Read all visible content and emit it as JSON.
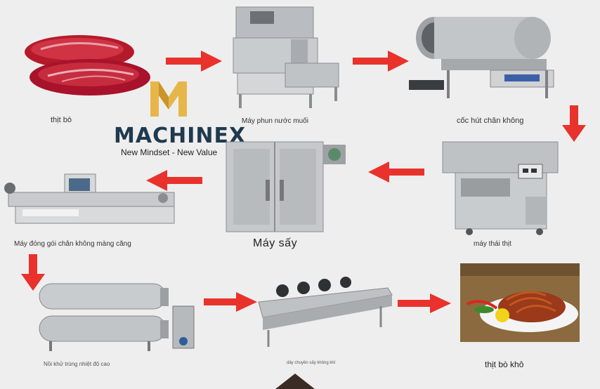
{
  "brand": {
    "name": "MACHINEX",
    "tagline": "New Mindset - New Value",
    "colors": {
      "mark": "#e7b64a",
      "text": "#1f3a4f",
      "arrow": "#e8322b"
    }
  },
  "steps": [
    {
      "id": "beef",
      "label": "thịt bò",
      "icon": "raw-beef-image"
    },
    {
      "id": "brine-injector",
      "label": "Máy phun nước muối",
      "icon": "brine-injector-machine-image"
    },
    {
      "id": "vacuum-tumbler",
      "label": "cốc hút chân không",
      "icon": "vacuum-tumbler-image"
    },
    {
      "id": "slicer",
      "label": "máy thái thịt",
      "icon": "meat-slicer-image"
    },
    {
      "id": "dryer",
      "label": "Máy sấy",
      "icon": "dryer-cabinet-image"
    },
    {
      "id": "vacuum-packer",
      "label": "Máy đóng gói chân không màng căng",
      "icon": "vacuum-packing-machine-image"
    },
    {
      "id": "sterilizer",
      "label": "Nồi khử trùng nhiệt độ cao",
      "icon": "autoclave-image"
    },
    {
      "id": "drying-line",
      "label": "dây chuyền sấy không khí",
      "icon": "air-drying-line-image"
    },
    {
      "id": "dried-beef",
      "label": "thịt bò khô",
      "icon": "dried-beef-dish-image"
    }
  ]
}
